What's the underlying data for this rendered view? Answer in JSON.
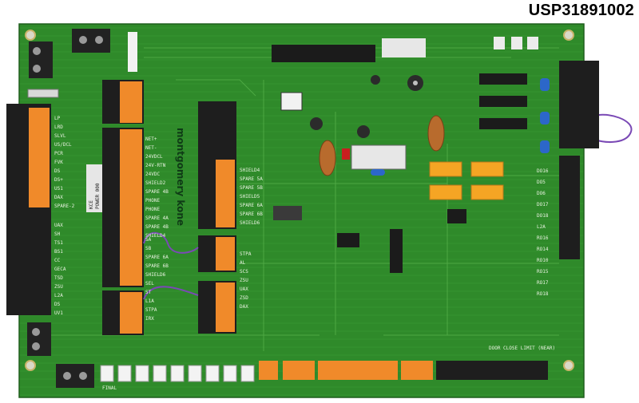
{
  "product_code": "USP31891002",
  "board": {
    "brand_silk": "montgomery kone",
    "sticker_lines": [
      "KCE",
      "POWER 000"
    ],
    "left_labels_a": [
      "LP",
      "LRD",
      "SLVL",
      "US/DCL",
      "PCR",
      "FVK",
      "DS",
      "DS+",
      "US1",
      "DAX",
      "SPARE-2"
    ],
    "left_labels_b": [
      "UAX",
      "SH",
      "TS1",
      "BS1",
      "CC",
      "GECA",
      "TSD",
      "ZSU",
      "L2A",
      "DS",
      "UV1"
    ],
    "middle_labels_a": [
      "NET+",
      "NET-",
      "24VDCL",
      "24V-RTN",
      "24VDC",
      "SHIELD2",
      "SPARE 4B",
      "PHONE",
      "PHONE",
      "SPARE 4A",
      "SPARE 4B",
      "SHIELD4"
    ],
    "middle_labels_b": [
      "SA",
      "SB",
      "SPARE 6A",
      "SPARE 6B",
      "SHIELD6",
      "SEL",
      "ST",
      "L1A",
      "STPA",
      "IRX"
    ],
    "right_labels": [
      "SHIELD4",
      "SPARE 5A",
      "SPARE 5B",
      "SHIELD5",
      "SPARE 6A",
      "SPARE 6B",
      "SHIELD6"
    ],
    "right_labels_b": [
      "STPA",
      "AL",
      "SCS",
      "ZSU",
      "UAX",
      "ZSD",
      "DAX"
    ],
    "edge_right_labels": [
      "DO16",
      "DO5",
      "DO6",
      "DO17",
      "DO18",
      "L2A",
      "RO16",
      "RO14",
      "RO10",
      "RO15",
      "RO17",
      "RO18"
    ],
    "bottom_label": "FINAL",
    "bottom_right_note": "DOOR CLOSE LIMIT (NEAR)"
  }
}
